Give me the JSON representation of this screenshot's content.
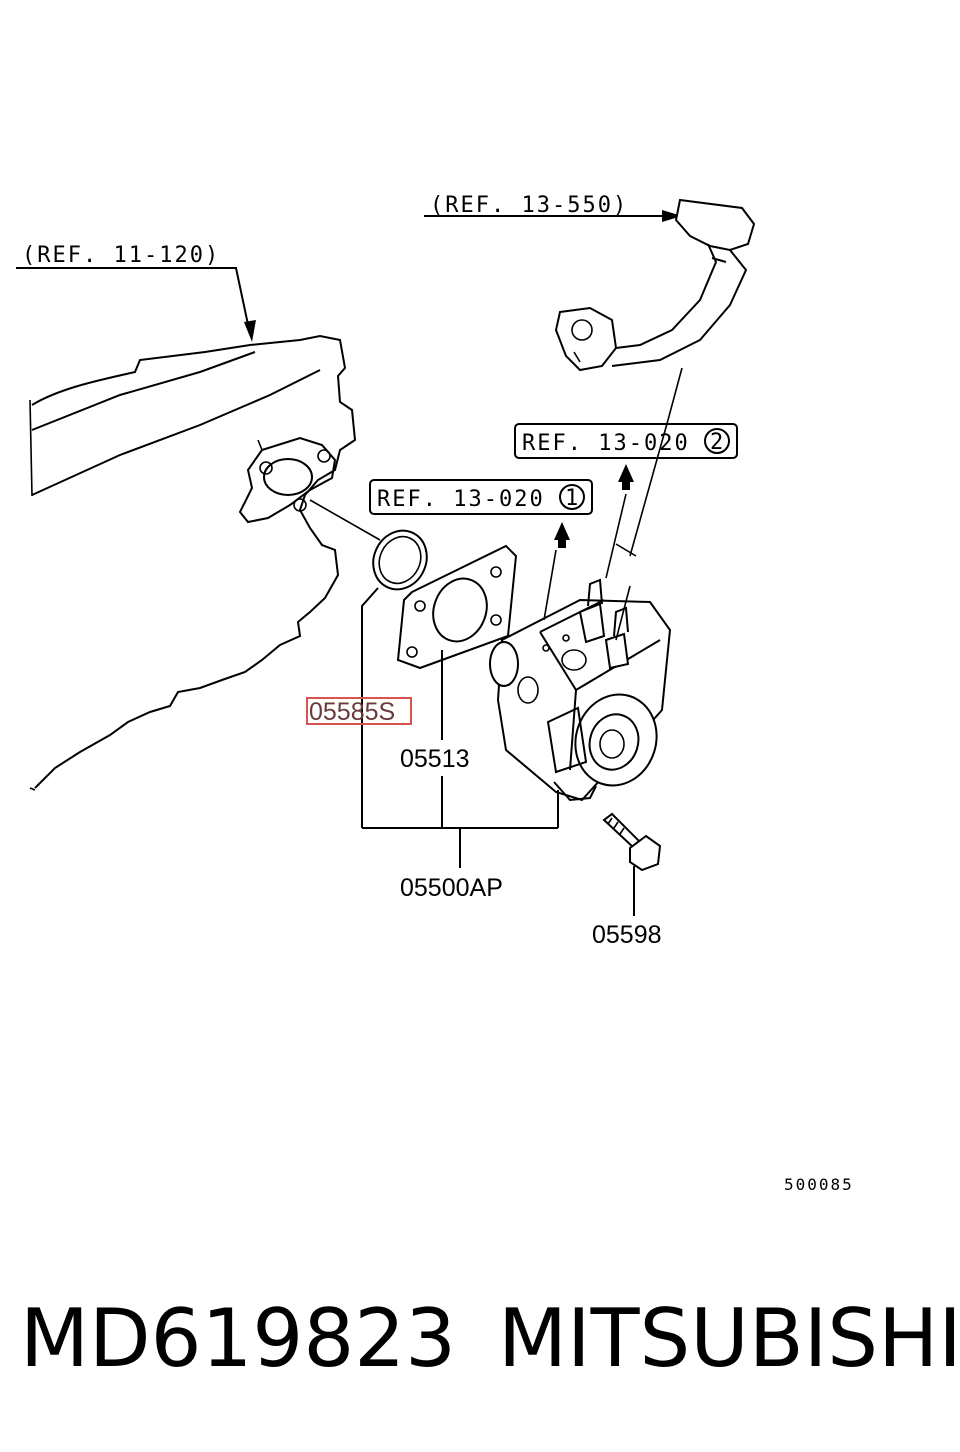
{
  "diagram": {
    "refs": {
      "ref_11_120": "(REF. 11-120)",
      "ref_13_550": "(REF. 13-550)",
      "ref_13_020_1": "REF. 13-020",
      "ref_13_020_1_num": "1",
      "ref_13_020_2": "REF. 13-020",
      "ref_13_020_2_num": "2"
    },
    "parts": {
      "o_ring": "05585S",
      "gasket": "05513",
      "assembly": "05500AP",
      "bolt": "05598"
    },
    "highlight_color": "#d9534f",
    "drawing_code": "500085"
  },
  "footer": {
    "part_number": "MD619823",
    "brand": "MITSUBISHI"
  }
}
